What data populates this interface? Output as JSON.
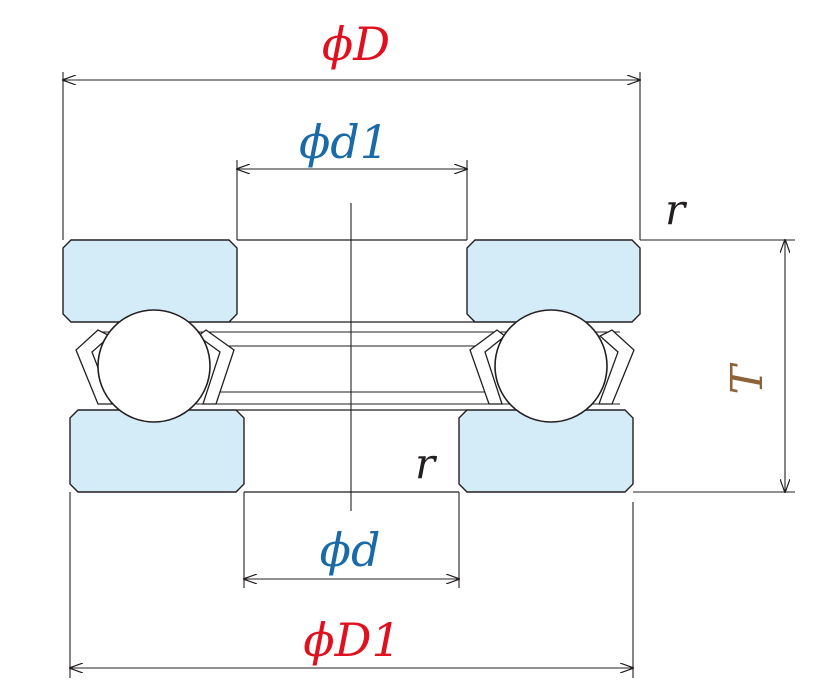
{
  "labels": {
    "outer_diameter": "ϕD",
    "shaft_ring_bore": "ϕd1",
    "bore": "ϕd",
    "housing_outer": "ϕD1",
    "fillet_top": "r",
    "fillet_bottom": "r",
    "height": "T"
  },
  "colors": {
    "red": "#e0101f",
    "blue": "#1a6aa8",
    "brown": "#8c6238",
    "ring_fill": "#d4ebf8",
    "line": "#231f20"
  }
}
